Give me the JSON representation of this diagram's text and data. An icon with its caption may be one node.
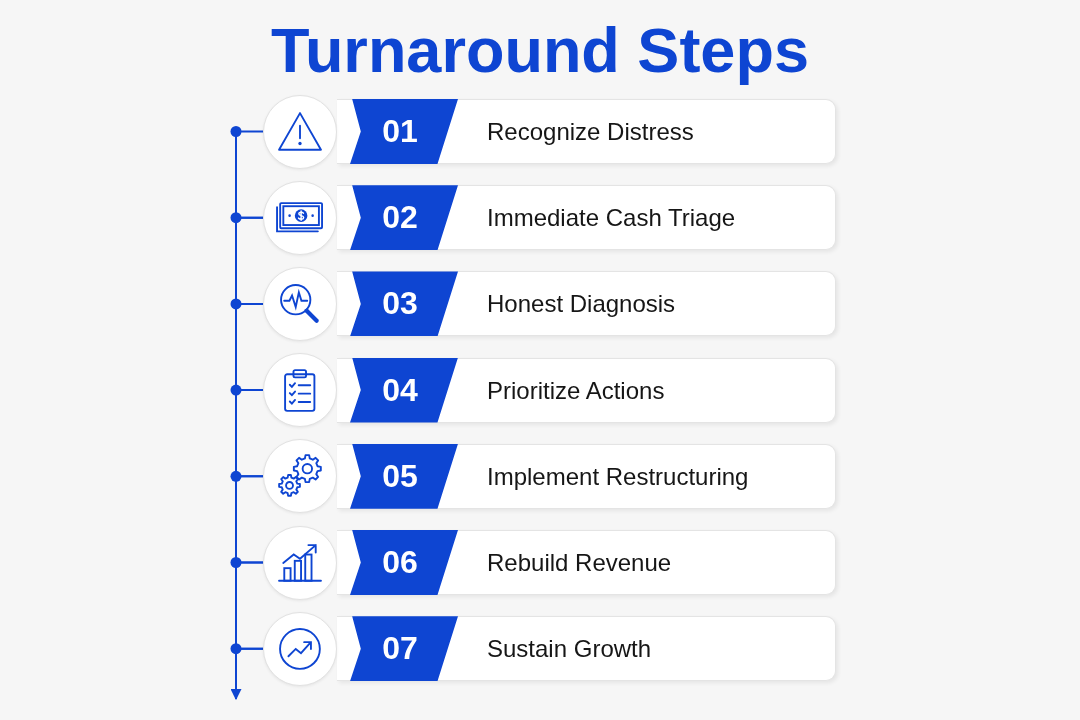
{
  "diagram": {
    "title": "Turnaround Steps",
    "nodes": [
      {
        "text": [],
        "shape": "circle"
      },
      {
        "text": [
          "Recognize Distress"
        ]
      },
      {
        "text": [
          "01"
        ],
        "in": 1
      },
      {
        "text": [],
        "shape": "circle"
      },
      {
        "text": [
          "Immediate Cash Triage"
        ]
      },
      {
        "text": [
          "02"
        ],
        "in": 4
      },
      {
        "text": [],
        "shape": "circle"
      },
      {
        "text": [
          "Honest Diagnosis"
        ]
      },
      {
        "text": [
          "03"
        ],
        "in": 7
      },
      {
        "text": [],
        "shape": "circle"
      },
      {
        "text": [
          "Prioritize Actions"
        ]
      },
      {
        "text": [
          "04"
        ],
        "in": 10
      },
      {
        "text": [],
        "shape": "circle"
      },
      {
        "text": [
          "Implement Restructuring"
        ]
      },
      {
        "text": [
          "05"
        ],
        "in": 13
      },
      {
        "text": [],
        "shape": "circle"
      },
      {
        "text": [
          "Rebuild Revenue"
        ]
      },
      {
        "text": [
          "06"
        ],
        "in": 16
      },
      {
        "text": [],
        "shape": "circle"
      },
      {
        "text": [
          "Sustain Growth"
        ]
      },
      {
        "text": [
          "07"
        ],
        "in": 19
      }
    ],
    "edges": [
      {
        "from": 0,
        "to": 3,
        "arrow": "none"
      },
      {
        "from": 3,
        "to": 6,
        "arrow": "none"
      },
      {
        "from": 6,
        "to": 9,
        "arrow": "none"
      },
      {
        "from": 9,
        "to": 12,
        "arrow": "none"
      },
      {
        "from": 12,
        "to": 15,
        "arrow": "none"
      },
      {
        "from": 15,
        "to": 18,
        "arrow": "none"
      },
      {
        "from": 18,
        "to": null,
        "arrow": "to"
      }
    ]
  }
}
